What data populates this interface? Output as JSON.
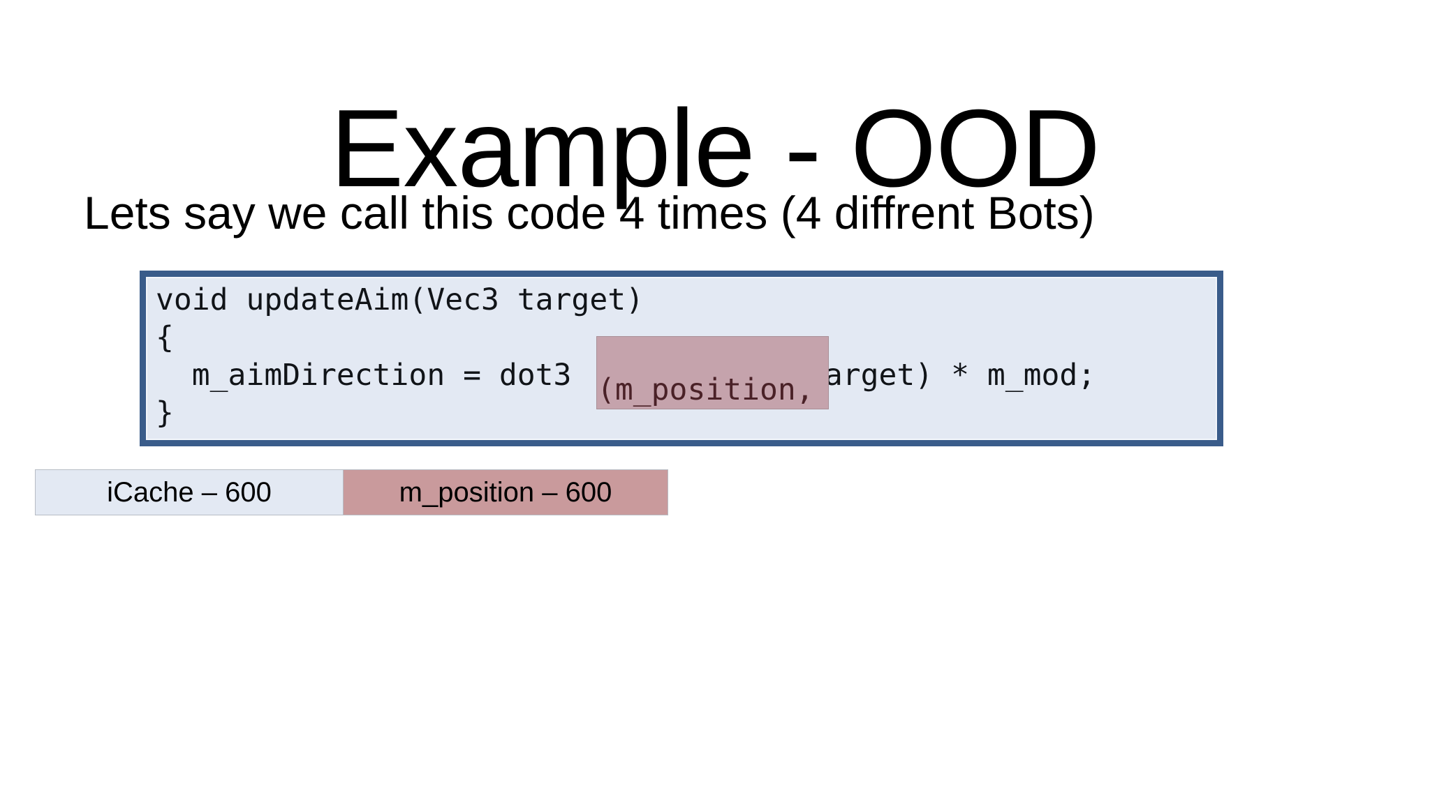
{
  "slide": {
    "title": "Example - OOD",
    "subtitle": "Lets say we call this code 4 times (4 diffrent Bots)",
    "background_color": "#ffffff"
  },
  "code_block": {
    "language": "cpp",
    "background_color": "#e3e9f3",
    "border_color": "#3a5c8a",
    "lines": [
      "void updateAim(Vec3 target)",
      "{",
      "  m_aimDirection = dot3(m_position, target) * m_mod;",
      "}"
    ],
    "line1": "void updateAim(Vec3 target)",
    "line2": "{",
    "line3_prefix": "  m_aimDirection = dot3",
    "line3_suffix": "target) * m_mod;",
    "line4": "}",
    "highlight": {
      "text": "(m_position, ",
      "fill_color": "#c5a3ac",
      "text_color": "#4a2127",
      "border_color": "#a98f96"
    }
  },
  "memory_bar": {
    "segments": [
      {
        "label": "iCache – 600",
        "name": "iCache",
        "cycles": 600,
        "fill_color": "#e3e9f3"
      },
      {
        "label": "m_position – 600",
        "name": "m_position",
        "cycles": 600,
        "fill_color": "#c99a9c"
      }
    ]
  }
}
